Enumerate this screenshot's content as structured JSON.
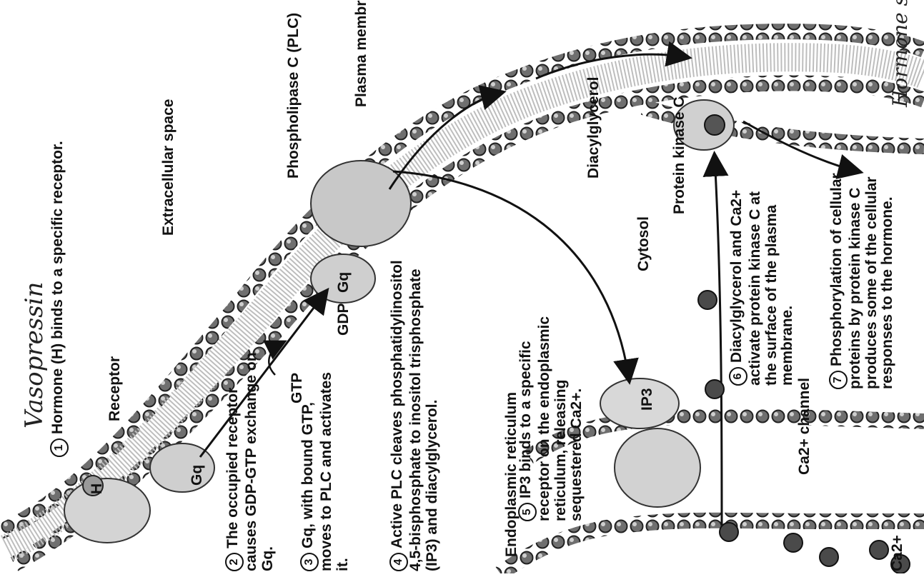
{
  "handwriting": {
    "vasopressin": "Vasopressin",
    "hormone_step": "Hormone step"
  },
  "regions": {
    "extracellular": "Extracellular space",
    "cytosol": "Cytosol",
    "plasma_membrane": "Plasma membrane",
    "er": "Endoplasmic reticulum"
  },
  "molecules": {
    "receptor": "Receptor",
    "plc": "Phospholipase C (PLC)",
    "diacylglycerol": "Diacylglycerol",
    "pkc": "Protein kinase C",
    "ip3": "IP3",
    "ca_channel": "Ca2+ channel",
    "ca": "Ca2+",
    "gtp": "GTP",
    "gdp": "GDP",
    "gq": "Gq",
    "h": "H"
  },
  "steps": [
    {
      "n": "1",
      "text": "Hormone (H) binds to a specific receptor."
    },
    {
      "n": "2",
      "text": "The occupied receptor causes GDP-GTP exchange on Gq."
    },
    {
      "n": "3",
      "text": "Gq, with bound GTP, moves to PLC and activates it."
    },
    {
      "n": "4",
      "text": "Active PLC cleaves phosphatidylinositol 4,5-bisphosphate to inositol trisphosphate (IP3) and diacylglycerol."
    },
    {
      "n": "5",
      "text": "IP3 binds to a specific receptor on the endoplasmic reticulum, releasing sequestered Ca2+."
    },
    {
      "n": "6",
      "text": "Diacylglycerol and Ca2+ activate protein kinase C at the surface of the plasma membrane."
    },
    {
      "n": "7",
      "text": "Phosphorylation of cellular proteins by protein kinase C produces some of the cellular responses to the hormone."
    }
  ]
}
